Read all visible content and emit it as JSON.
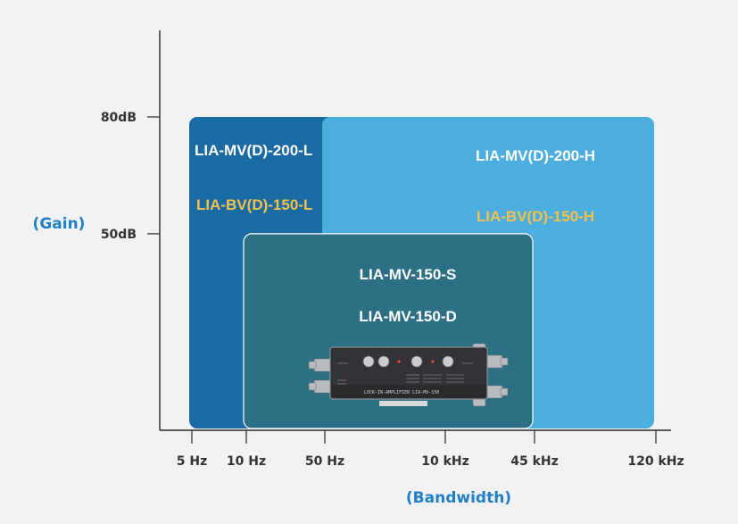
{
  "chart_data": {
    "type": "range-area",
    "x_axis": {
      "scale": "log",
      "title": "(Bandwidth)",
      "ticks": [
        {
          "value": 5,
          "label": "5 Hz"
        },
        {
          "value": 10,
          "label": "10 Hz"
        },
        {
          "value": 50,
          "label": "50 Hz"
        },
        {
          "value": 10000,
          "label": "10 kHz"
        },
        {
          "value": 45000,
          "label": "45 kHz"
        },
        {
          "value": 120000,
          "label": "120 kHz"
        }
      ]
    },
    "y_axis": {
      "title": "(Gain)",
      "ticks": [
        {
          "value": 80,
          "label": "80dB"
        },
        {
          "value": 50,
          "label": "50dB"
        }
      ]
    },
    "regions": [
      {
        "id": "low",
        "x_range": [
          5,
          10000
        ],
        "y_range": [
          0,
          80
        ],
        "color": "#1a6aa3",
        "labels": [
          {
            "text": "LIA-MV(D)-200-L",
            "color": "#ffffff"
          },
          {
            "text": "LIA-BV(D)-150-L",
            "color": "#f2c14e"
          }
        ]
      },
      {
        "id": "high",
        "x_range": [
          50,
          120000
        ],
        "y_range": [
          0,
          80
        ],
        "color": "#4baede",
        "labels": [
          {
            "text": "LIA-MV(D)-200-H",
            "color": "#ffffff"
          },
          {
            "text": "LIA-BV(D)-150-H",
            "color": "#f2c14e"
          }
        ]
      },
      {
        "id": "mid",
        "x_range": [
          10,
          45000
        ],
        "y_range": [
          0,
          50
        ],
        "color": "#2d7085",
        "labels": [
          {
            "text": "LIA-MV-150-S",
            "color": "#ffffff"
          },
          {
            "text": "LIA-MV-150-D",
            "color": "#ffffff"
          }
        ],
        "image": {
          "icon": "lock-in-amplifier-device-icon",
          "caption": "LOCK-IN-AMPLIFIER LIA-MV-150"
        }
      }
    ]
  }
}
